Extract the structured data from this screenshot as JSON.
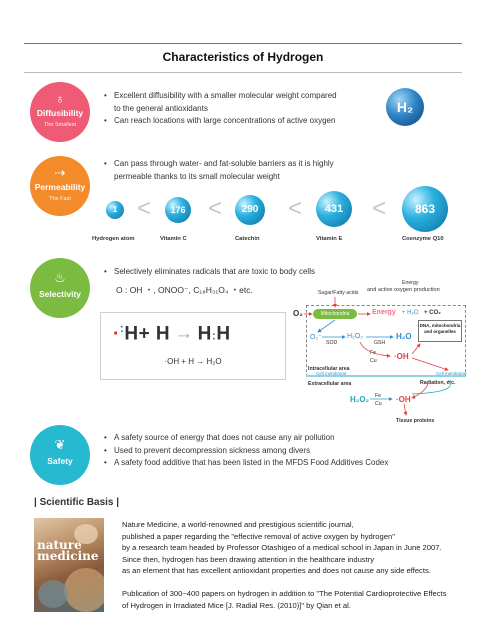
{
  "title": "Characteristics of Hydrogen",
  "sections": [
    {
      "name": "Diffusibility",
      "sub": "The Smallest",
      "glyph": "♁",
      "bullets": [
        "Excellent diffusibility with a smaller molecular weight compared",
        "to the general antioxidants",
        "Can reach locations with large concentrations of active oxygen"
      ]
    },
    {
      "name": "Permeability",
      "sub": "The Fast",
      "glyph": "⇢",
      "bullets": [
        "Can pass through water- and fat-soluble barriers as it is highly",
        "permeable thanks to its small molecular weight"
      ]
    },
    {
      "name": "Selectivity",
      "sub": "",
      "glyph": "♨",
      "bullets": [
        "Selectively eliminates radicals that are toxic to body cells"
      ]
    },
    {
      "name": "Safety",
      "sub": "",
      "glyph": "❦",
      "bullets": [
        "A safety source of energy that does not cause any air pollution",
        "Used to prevent decompression sickness among divers",
        "A safety food additive that has been listed in the MFDS Food Additives Codex"
      ]
    }
  ],
  "h2_icon": "H₂",
  "molecules": [
    {
      "value": "1",
      "label": "Hydrogen atom"
    },
    {
      "value": "176",
      "label": "Vitamin C"
    },
    {
      "value": "290",
      "label": "Catechin"
    },
    {
      "value": "431",
      "label": "Vitamin E"
    },
    {
      "value": "863",
      "label": "Coenzyme Q10"
    }
  ],
  "radicals_line": "O : OH ・, ONOO⁻, C₁₈H₃₁O₄ ・etc.",
  "equation_big_parts": [
    "H",
    "+ H",
    "→",
    "H",
    "H"
  ],
  "equation_small": "·OH + H → H₂O",
  "diagram": {
    "sugar": "Sugar/Fatty acids",
    "energy_top": "Energy",
    "energy_sub": "and active oxygen production",
    "o2": "O₂",
    "mito": "Mitochondria",
    "energy_eq": "Energy",
    "plus_h2o": "+ H₂O",
    "plus_co2": "+ CO₂",
    "o2_minus": "O₂⁻",
    "sod": "SOD",
    "h2o2": "H₂O₂",
    "gsh": "GSH",
    "h2o": "H₂O",
    "dna": "DNA, mitochondria and organelles",
    "fe": "Fe",
    "cu": "Cu",
    "oh": "·OH",
    "intra": "Intracellular area",
    "cell_membrane": "Cell membrane",
    "extra": "Extracellular area",
    "radiation": "Radiation, etc.",
    "h2o2_b": "H₂O₂",
    "fe_b": "Fe",
    "cu_b": "Cu",
    "oh_b": "·OH",
    "tissue": "Tissue proteins"
  },
  "scientific": {
    "heading": "| Scientific Basis |",
    "cover_title_1": "nature",
    "cover_title_2": "medicine",
    "para1": [
      "Nature Medicine, a world-renowned and prestigious scientific journal,",
      "published a paper regarding the \"effective removal of active oxygen by hydrogen\"",
      "by a research team headed by Professor Otashigeo of a medical school in Japan in June 2007.",
      "Since then, hydrogen has been drawing attention in the healthcare industry",
      "as an element that has excellent antioxidant properties and does not cause any side effects."
    ],
    "para2": [
      "Publication of 300~400 papers on hydrogen in addition to \"The Potential Cardioprotective Effects",
      "of Hydrogen in Irradiated Mice [J. Radial Res. (2010)]\" by Qian et al."
    ]
  },
  "colors": {
    "diffusibility": "#ef5a74",
    "permeability": "#f38b2b",
    "selectivity": "#7bbb41",
    "safety": "#27b9cf"
  }
}
